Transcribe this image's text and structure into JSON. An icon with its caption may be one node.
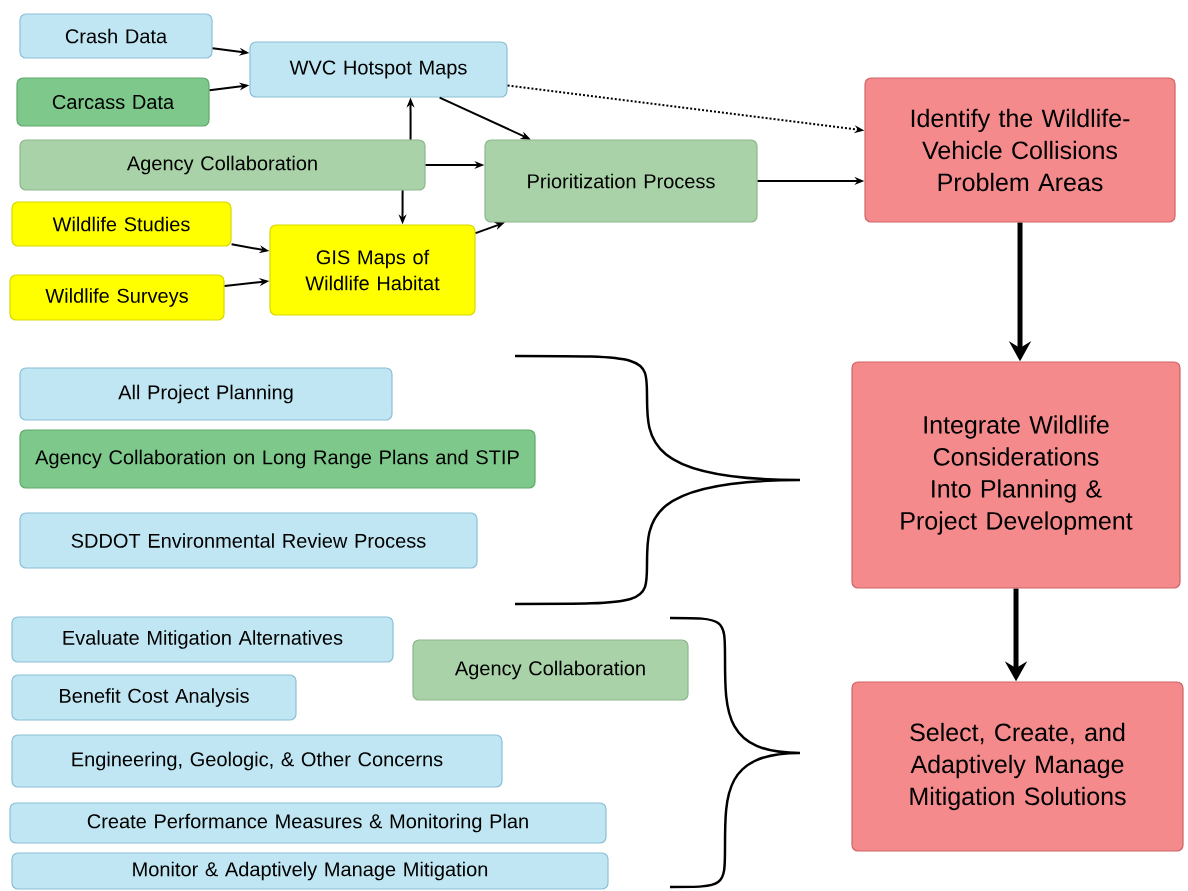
{
  "diagram": {
    "nodes": [
      {
        "text": [
          "Crash Data"
        ]
      },
      {
        "text": [
          "WVC Hotspot Maps"
        ]
      },
      {
        "text": [
          "Carcass Data"
        ]
      },
      {
        "text": [
          "Agency  Collaboration"
        ]
      },
      {
        "text": [
          "Prioritization Process"
        ]
      },
      {
        "text": [
          "Identify the Wildlife-Vehicle Collisions Problem Areas"
        ]
      },
      {
        "text": [
          "Wildlife Studies"
        ]
      },
      {
        "text": [
          "GIS Maps of Wildlife Habitat"
        ]
      },
      {
        "text": [
          "Wildlife Surveys"
        ]
      },
      {
        "text": [
          "All Project Planning"
        ]
      },
      {
        "text": [
          "Agency Collaboration on Long Range Plans and STIP"
        ]
      },
      {
        "text": [
          "SDDOT Environmental Review Process"
        ]
      },
      {
        "text": [
          "Integrate Wildlife Considerations Into Planning & Project Development"
        ]
      },
      {
        "text": [
          "Evaluate Mitigation Alternatives"
        ]
      },
      {
        "text": [
          "Agency  Collaboration"
        ]
      },
      {
        "text": [
          "Benefit Cost Analysis"
        ]
      },
      {
        "text": [
          "Engineering, Geologic, & Other Concerns"
        ]
      },
      {
        "text": [
          "Create Performance Measures & Monitoring Plan"
        ]
      },
      {
        "text": [
          "Monitor & Adaptively Manage Mitigation"
        ]
      },
      {
        "text": [
          "Select, Create, and Adaptively Manage Mitigation Solutions"
        ]
      }
    ],
    "edges": [
      {
        "from": 0,
        "to": 1,
        "arrow": "to"
      },
      {
        "from": 2,
        "to": 1,
        "arrow": "to"
      },
      {
        "from": 3,
        "to": 1,
        "arrow": "to"
      },
      {
        "from": 3,
        "to": 4,
        "arrow": "to"
      },
      {
        "from": 3,
        "to": 7,
        "arrow": "to"
      },
      {
        "from": 1,
        "to": 4,
        "arrow": "to"
      },
      {
        "from": 1,
        "to": 5,
        "arrow": "to",
        "style": "dashed"
      },
      {
        "from": 6,
        "to": 7,
        "arrow": "to"
      },
      {
        "from": 8,
        "to": 7,
        "arrow": "to"
      },
      {
        "from": 7,
        "to": 4,
        "arrow": "to"
      },
      {
        "from": 4,
        "to": 5,
        "arrow": "to"
      },
      {
        "from": 5,
        "to": 12,
        "arrow": "to",
        "style": "thick"
      },
      {
        "from": 12,
        "to": 19,
        "arrow": "to",
        "style": "thick"
      }
    ]
  }
}
